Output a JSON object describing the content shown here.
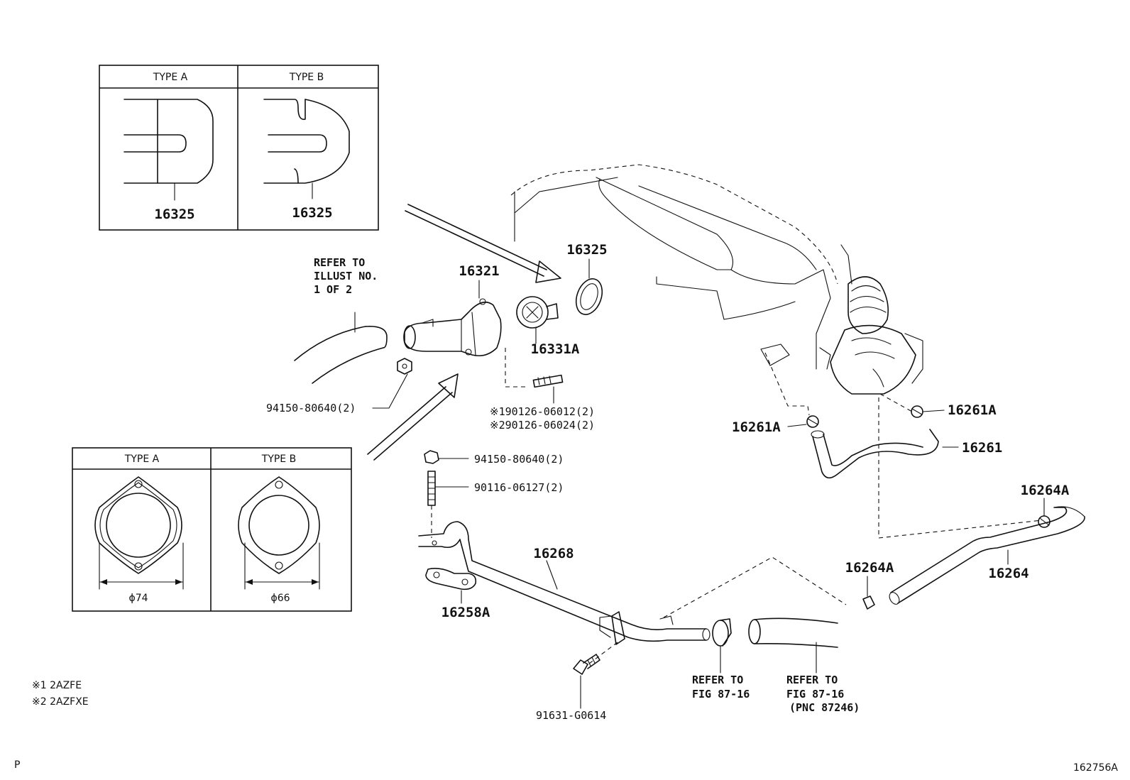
{
  "inset_top": {
    "type_a": "TYPE A",
    "type_b": "TYPE B",
    "part_a": "16325",
    "part_b": "16325"
  },
  "inset_bottom": {
    "type_a": "TYPE A",
    "type_b": "TYPE B",
    "dia_a": "ϕ74",
    "dia_b": "ϕ66"
  },
  "refer_hose": [
    "REFER TO",
    "ILLUST NO.",
    "1 OF 2"
  ],
  "parts": {
    "p16321": "16321",
    "p16325": "16325",
    "p16331A": "16331A",
    "nut1": "94150-80640(2)",
    "stud_a": "※190126-06012(2)",
    "stud_b": "※290126-06024(2)",
    "nut2": "94150-80640(2)",
    "stud2": "90116-06127(2)",
    "p16268": "16268",
    "p16258A": "16258A",
    "bolt": "91631-G0614",
    "p16261A_left": "16261A",
    "p16261A_right": "16261A",
    "p16261": "16261",
    "p16264A_top": "16264A",
    "p16264A_mid": "16264A",
    "p16264": "16264"
  },
  "refer_fig_1": [
    "REFER TO",
    "FIG 87-16"
  ],
  "refer_fig_2": [
    "REFER TO",
    "FIG 87-16",
    "(PNC 87246)"
  ],
  "footnotes": [
    "※1 2AZFE",
    "※2 2AZFXE"
  ],
  "corner_left": "P",
  "figure_id": "162756A"
}
